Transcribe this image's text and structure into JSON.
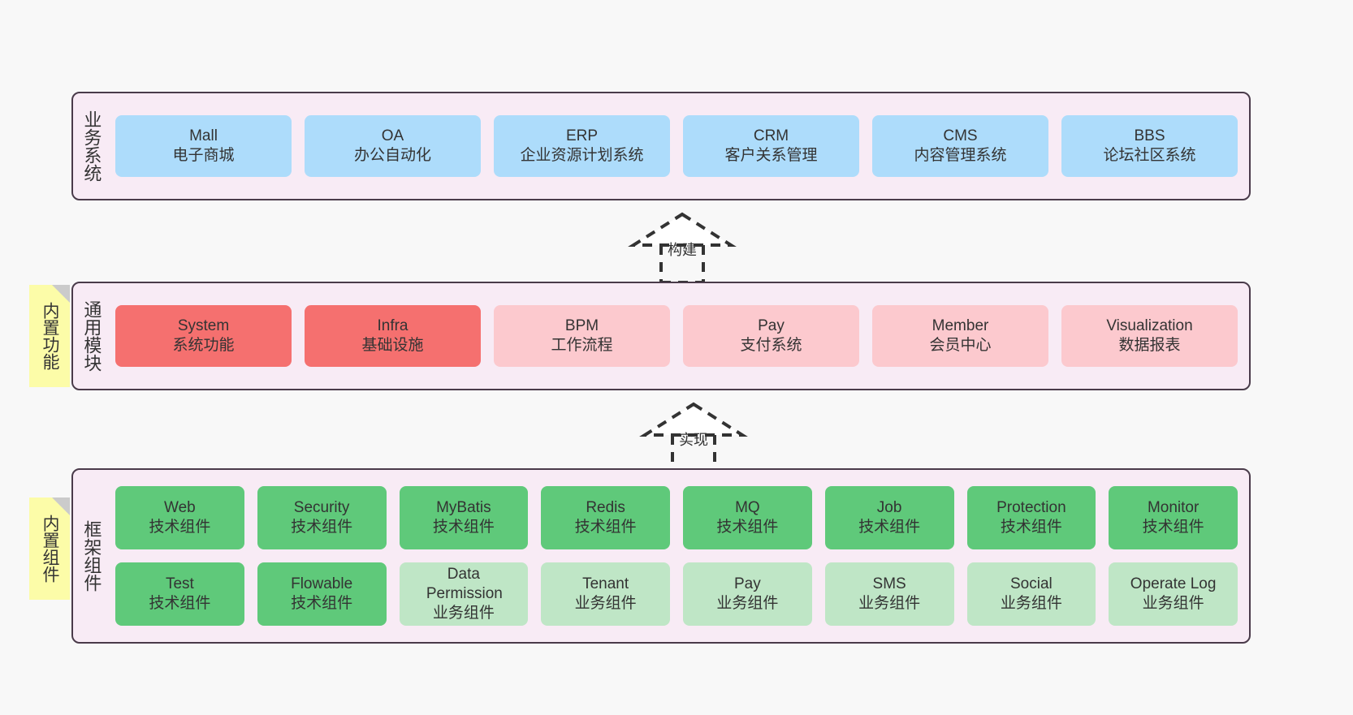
{
  "diagram": {
    "background_color": "#F8F8F8",
    "layer_fill": "#F8EBF5",
    "layer_border": "#4A3B4A",
    "note_color": "#FCFCA8",
    "colors": {
      "business": "#ADDCFB",
      "module_core": "#F5706F",
      "module_other": "#FCC9CE",
      "component_tech": "#5FC97A",
      "component_biz": "#BFE6C6"
    }
  },
  "layers": [
    {
      "id": "business-system",
      "title": "业务系统",
      "rows": [
        {
          "cards": [
            {
              "name": "Mall",
              "sub": "电子商城",
              "style": "c-blue"
            },
            {
              "name": "OA",
              "sub": "办公自动化",
              "style": "c-blue"
            },
            {
              "name": "ERP",
              "sub": "企业资源计划系统",
              "style": "c-blue"
            },
            {
              "name": "CRM",
              "sub": "客户关系管理",
              "style": "c-blue"
            },
            {
              "name": "CMS",
              "sub": "内容管理系统",
              "style": "c-blue"
            },
            {
              "name": "BBS",
              "sub": "论坛社区系统",
              "style": "c-blue"
            }
          ]
        }
      ]
    },
    {
      "id": "common-module",
      "title": "通用模块",
      "note": "内置功能",
      "rows": [
        {
          "cards": [
            {
              "name": "System",
              "sub": "系统功能",
              "style": "c-red"
            },
            {
              "name": "Infra",
              "sub": "基础设施",
              "style": "c-red"
            },
            {
              "name": "BPM",
              "sub": "工作流程",
              "style": "c-pink"
            },
            {
              "name": "Pay",
              "sub": "支付系统",
              "style": "c-pink"
            },
            {
              "name": "Member",
              "sub": "会员中心",
              "style": "c-pink"
            },
            {
              "name": "Visualization",
              "sub": "数据报表",
              "style": "c-pink"
            }
          ]
        }
      ]
    },
    {
      "id": "framework-component",
      "title": "框架组件",
      "note": "内置组件",
      "rows": [
        {
          "cards": [
            {
              "name": "Web",
              "sub": "技术组件",
              "style": "c-green"
            },
            {
              "name": "Security",
              "sub": "技术组件",
              "style": "c-green"
            },
            {
              "name": "MyBatis",
              "sub": "技术组件",
              "style": "c-green"
            },
            {
              "name": "Redis",
              "sub": "技术组件",
              "style": "c-green"
            },
            {
              "name": "MQ",
              "sub": "技术组件",
              "style": "c-green"
            },
            {
              "name": "Job",
              "sub": "技术组件",
              "style": "c-green"
            },
            {
              "name": "Protection",
              "sub": "技术组件",
              "style": "c-green"
            },
            {
              "name": "Monitor",
              "sub": "技术组件",
              "style": "c-green"
            }
          ]
        },
        {
          "cards": [
            {
              "name": "Test",
              "sub": "技术组件",
              "style": "c-green"
            },
            {
              "name": "Flowable",
              "sub": "技术组件",
              "style": "c-green"
            },
            {
              "name": "Data Permission",
              "sub": "业务组件",
              "style": "c-lightgreen"
            },
            {
              "name": "Tenant",
              "sub": "业务组件",
              "style": "c-lightgreen"
            },
            {
              "name": "Pay",
              "sub": "业务组件",
              "style": "c-lightgreen"
            },
            {
              "name": "SMS",
              "sub": "业务组件",
              "style": "c-lightgreen"
            },
            {
              "name": "Social",
              "sub": "业务组件",
              "style": "c-lightgreen"
            },
            {
              "name": "Operate Log",
              "sub": "业务组件",
              "style": "c-lightgreen"
            }
          ]
        }
      ]
    }
  ],
  "connectors": [
    {
      "id": "build",
      "label": "构建",
      "from": "common-module",
      "to": "business-system"
    },
    {
      "id": "realize",
      "label": "实现",
      "from": "framework-component",
      "to": "common-module"
    }
  ]
}
